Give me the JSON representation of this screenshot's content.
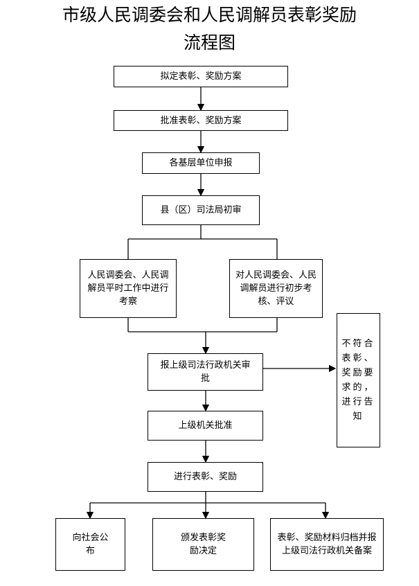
{
  "title": {
    "line1": "市级人民调委会和人民调解员表彰奖励",
    "line2": "流程图"
  },
  "nodes": {
    "draft": "拟定表彰、奖励方案",
    "approve_plan": "批准表彰、奖励方案",
    "report": "各基层单位申报",
    "county_review": "县（区）司法局初审",
    "daily_assess": "人民调委会、人民调解员平时工作中进行考察",
    "prelim_assess": "对人民调委会、人民调解员进行初步考核、评议",
    "submit_upper": "报上级司法行政机关审批",
    "not_qualified": "不符合表彰、奖励要求的，进行告知",
    "upper_approve": "上级机关批准",
    "commend": "进行表彰、奖励",
    "publish": "向社会公布",
    "issue_decision": "颁发表彰奖励决定",
    "archive": "表彰、奖励材料归档并报上级司法行政机关备案"
  }
}
